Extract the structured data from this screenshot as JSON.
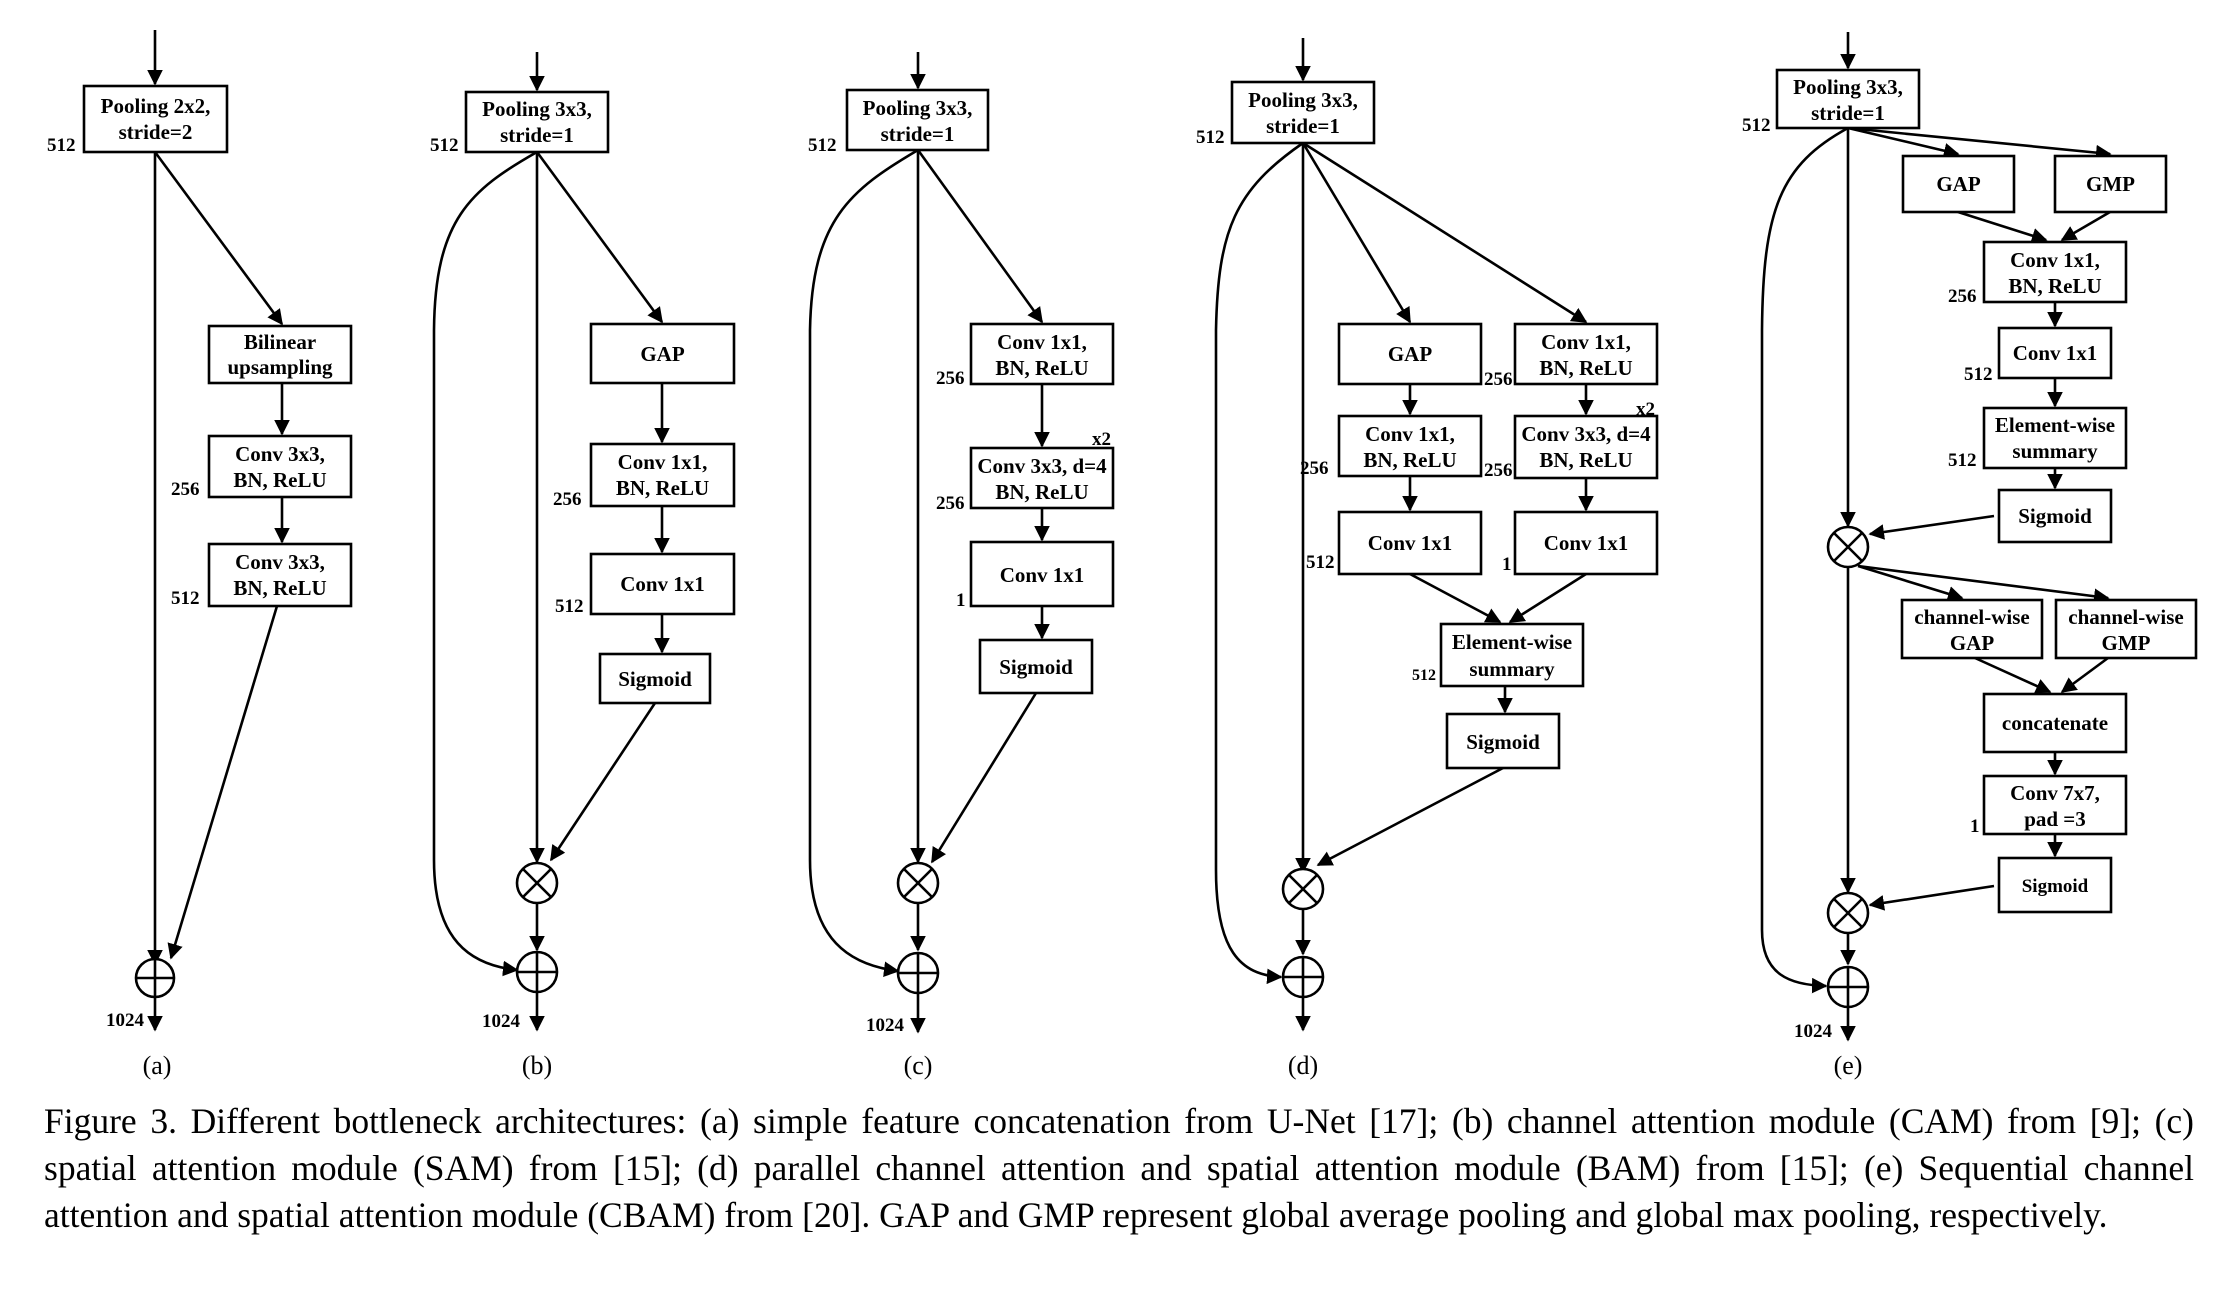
{
  "blocks": {
    "a_pool": [
      "Pooling 2x2,",
      "stride=2"
    ],
    "a_bil": [
      "Bilinear",
      "upsampling"
    ],
    "a_conv1": [
      "Conv 3x3,",
      "BN, ReLU"
    ],
    "a_conv2": [
      "Conv 3x3,",
      "BN, ReLU"
    ],
    "b_pool": [
      "Pooling 3x3,",
      "stride=1"
    ],
    "b_gap": [
      "GAP"
    ],
    "b_conv": [
      "Conv 1x1,",
      "BN, ReLU"
    ],
    "b_conv2": [
      "Conv 1x1"
    ],
    "b_sig": [
      "Sigmoid"
    ],
    "c_pool": [
      "Pooling 3x3,",
      "stride=1"
    ],
    "c_conv1": [
      "Conv 1x1,",
      "BN, ReLU"
    ],
    "c_conv2": [
      "Conv 3x3, d=4",
      "BN, ReLU"
    ],
    "c_conv3": [
      "Conv 1x1"
    ],
    "c_sig": [
      "Sigmoid"
    ],
    "d_pool": [
      "Pooling 3x3,",
      "stride=1"
    ],
    "d_gap": [
      "GAP"
    ],
    "d_ca1": [
      "Conv 1x1,",
      "BN, ReLU"
    ],
    "d_ca2": [
      "Conv 1x1"
    ],
    "d_sa1": [
      "Conv 1x1,",
      "BN, ReLU"
    ],
    "d_sa2": [
      "Conv 3x3, d=4",
      "BN, ReLU"
    ],
    "d_sa3": [
      "Conv 1x1"
    ],
    "d_sum": [
      "Element-wise",
      "summary"
    ],
    "d_sig": [
      "Sigmoid"
    ],
    "e_pool": [
      "Pooling 3x3,",
      "stride=1"
    ],
    "e_gap": [
      "GAP"
    ],
    "e_gmp": [
      "GMP"
    ],
    "e_conv1": [
      "Conv 1x1,",
      "BN, ReLU"
    ],
    "e_conv2": [
      "Conv 1x1"
    ],
    "e_sum": [
      "Element-wise",
      "summary"
    ],
    "e_sig1": [
      "Sigmoid"
    ],
    "e_cgap": [
      "channel-wise",
      "GAP"
    ],
    "e_cgmp": [
      "channel-wise",
      "GMP"
    ],
    "e_cat": [
      "concatenate"
    ],
    "e_conv3": [
      "Conv 7x7,",
      "pad =3"
    ],
    "e_sig2": [
      "Sigmoid"
    ]
  },
  "dims": {
    "a_512": "512",
    "a_256": "256",
    "a_512b": "512",
    "a_1024": "1024",
    "b_512": "512",
    "b_256": "256",
    "b_512b": "512",
    "b_1024": "1024",
    "c_512": "512",
    "c_256": "256",
    "c_256b": "256",
    "c_x2": "x2",
    "c_1": "1",
    "c_1024": "1024",
    "d_512": "512",
    "d_256a": "256",
    "d_256b": "256",
    "d_256c": "256",
    "d_512b": "512",
    "d_x2": "x2",
    "d_1": "1",
    "d_512c": "512",
    "e_512": "512",
    "e_256": "256",
    "e_512b": "512",
    "e_512c": "512",
    "e_1": "1",
    "e_1024": "1024"
  },
  "subfigures": [
    "(a)",
    "(b)",
    "(c)",
    "(d)",
    "(e)"
  ],
  "caption": "Figure 3. Different bottleneck architectures: (a) simple feature concatenation from U-Net [17]; (b) channel attention module (CAM) from [9]; (c) spatial attention module (SAM) from [15]; (d) parallel channel attention and spatial attention module (BAM) from [15]; (e) Sequential channel attention and spatial attention module (CBAM) from [20]. GAP and GMP represent global average pooling and global max pooling, respectively."
}
